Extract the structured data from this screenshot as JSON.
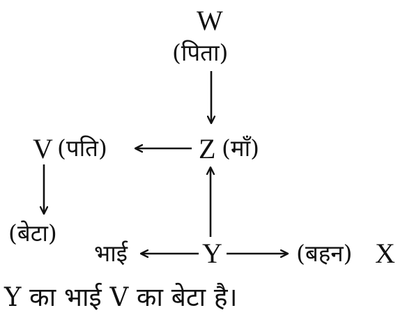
{
  "nodes": {
    "w": {
      "name": "W",
      "relation": "(पिता)"
    },
    "z": {
      "name": "Z",
      "relation": "(माँ)"
    },
    "v": {
      "name": "V",
      "relation": "(पति)"
    },
    "v_child": {
      "relation": "(बेटा)"
    },
    "y": {
      "name": "Y"
    },
    "y_brother": {
      "relation": "भाई"
    },
    "x": {
      "name": "X",
      "relation": "(बहन)"
    }
  },
  "conclusion": "Y का भाई V का बेटा है।",
  "colors": {
    "ink": "#111111",
    "background": "#ffffff"
  }
}
